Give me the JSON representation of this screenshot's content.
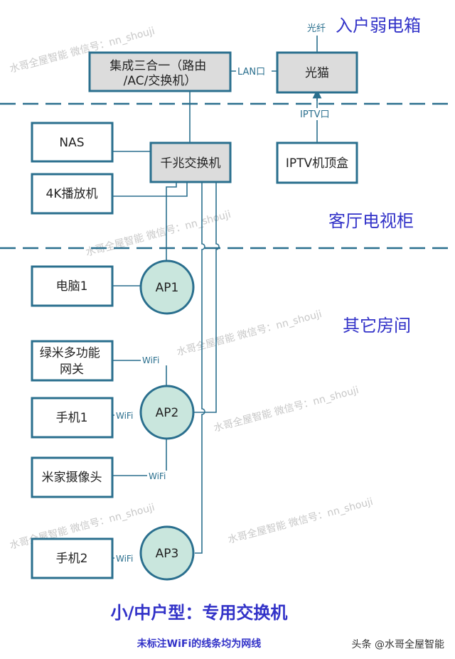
{
  "zones": {
    "cabinet": "入户弱电箱",
    "living": "客厅电视柜",
    "rooms": "其它房间"
  },
  "nodes": {
    "router": [
      "集成三合一（路由",
      "/AC/交换机）"
    ],
    "modem": "光猫",
    "nas": "NAS",
    "switch": "千兆交换机",
    "iptv_box": "IPTV机顶盒",
    "player": "4K播放机",
    "pc1": "电脑1",
    "gateway": [
      "绿米多功能",
      "网关"
    ],
    "phone1": "手机1",
    "camera": "米家摄像头",
    "phone2": "手机2",
    "ap1": "AP1",
    "ap2": "AP2",
    "ap3": "AP3"
  },
  "edge_labels": {
    "fiber": "光纤",
    "lan_port": "LAN口",
    "iptv_port": "IPTV口",
    "wifi": "WiFi"
  },
  "title": "小/中户型：专用交换机",
  "note": "未标注WiFi的线条均为网线",
  "watermark": "水哥全屋智能  微信号：nn_shouji",
  "source": "头条 @水哥全屋智能",
  "colors": {
    "box_border": "#2a6f8e",
    "ap_fill": "#c9e6dd",
    "gray_fill": "#dcdcdc",
    "dash": "#2a6f8e",
    "zone_text": "#3232c8",
    "title": "#3232c8",
    "note": "#3232c8",
    "line": "#2a6f8e",
    "watermark": "#b0b0b0"
  }
}
